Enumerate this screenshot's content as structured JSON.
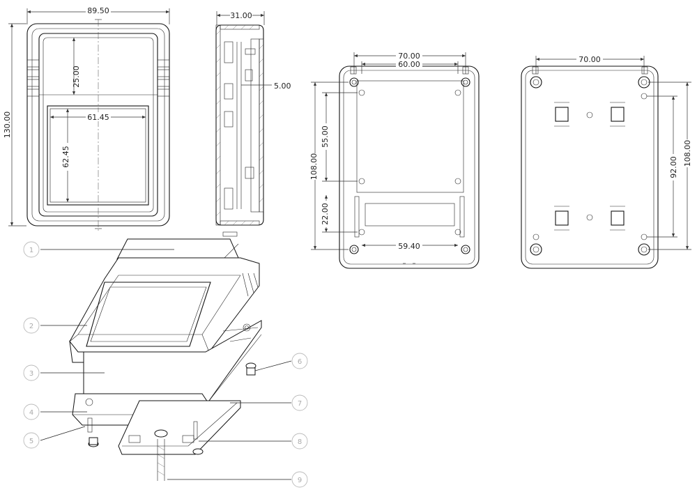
{
  "front_view": {
    "width_dim": "89.50",
    "height_dim": "130.00",
    "top_offset_dim": "25.00",
    "window_width_dim": "61.45",
    "window_height_dim": "62.45"
  },
  "side_view": {
    "depth_dim": "31.00",
    "wall_dim": "5.00"
  },
  "base_view": {
    "outer_span_dim": "70.00",
    "inner_span_dim": "60.00",
    "height_dim": "108.00",
    "upper_pitch_dim": "55.00",
    "lower_pitch_dim": "22.00",
    "slot_span_dim": "59.40"
  },
  "bracket_view": {
    "span_dim": "70.00",
    "height_dim": "108.00",
    "pitch_dim": "92.00"
  },
  "callouts": [
    "1",
    "2",
    "3",
    "4",
    "5",
    "6",
    "7",
    "8",
    "9"
  ]
}
